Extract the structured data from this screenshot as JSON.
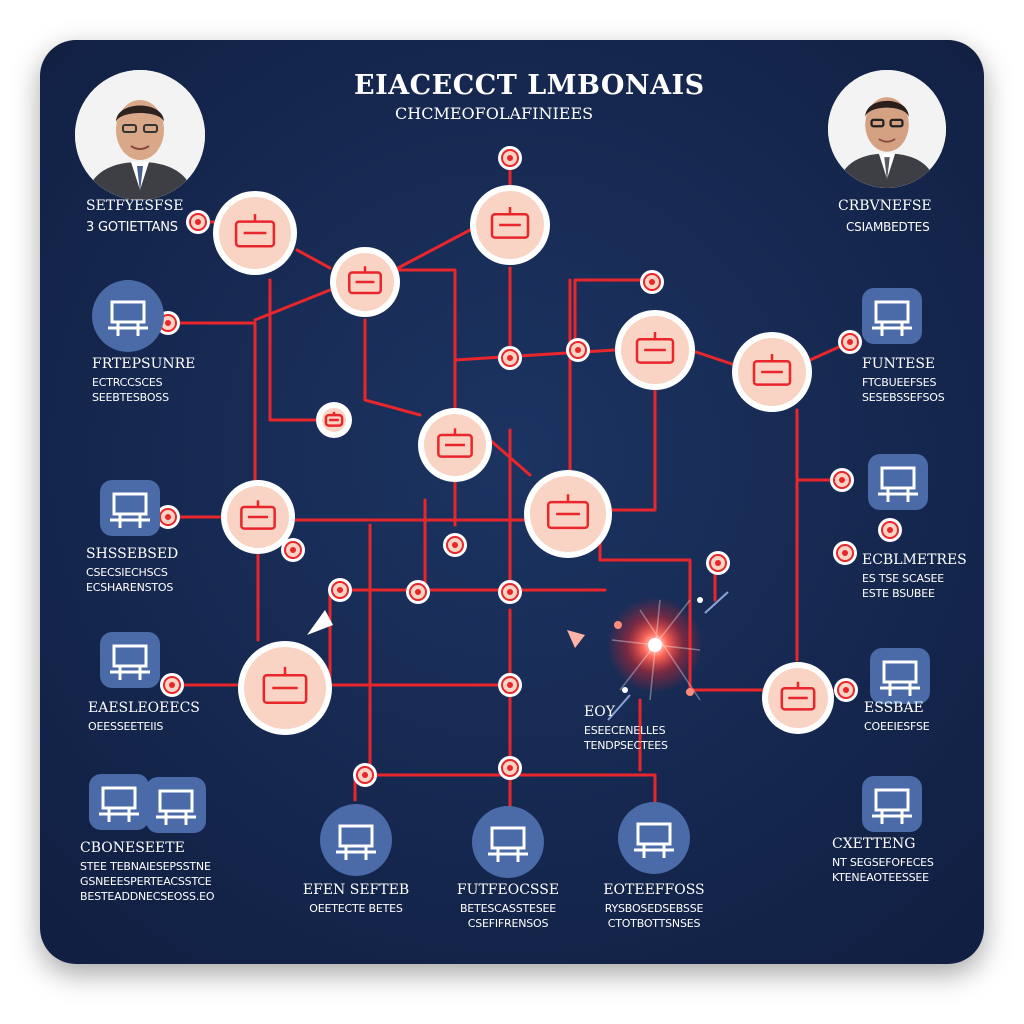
{
  "title": "EIACECCT LMBONAIS",
  "subtitle": "CHCMEOFOLAFINIEES",
  "colors": {
    "background": "#142850",
    "line": "#e8262b",
    "node_fill": "#f9d3c3",
    "node_ring": "#ffffff",
    "badge": "#4a6aa8"
  },
  "people": [
    {
      "id": "left",
      "name": "SETFYESFSE",
      "role": "3 GOTIETTANS"
    },
    {
      "id": "right",
      "name": "CRBVNEFSE",
      "role": "CSIAMBEDTES"
    }
  ],
  "left_labels": [
    {
      "title": "FRTEPSUNRE",
      "lines": [
        "ECTRCCSCES",
        "SEEBTESBOSS"
      ]
    },
    {
      "title": "SHSSEBSED",
      "lines": [
        "CSECSIECHSCS",
        "ECSHARENSTOS"
      ]
    },
    {
      "title": "EAESLEOEECS",
      "lines": [
        "OEESSEETEIIS"
      ]
    },
    {
      "title": "CBONESEETE",
      "lines": [
        "STEE TEBNAIESEPSSTNE",
        "GSNEEESPERTEACSSTCE",
        "BESTEADDNECSEOSS.EO"
      ]
    }
  ],
  "right_labels": [
    {
      "title": "FUNTESE",
      "lines": [
        "FTCBUEEFSES",
        "SESEBSSEFSOS"
      ]
    },
    {
      "title": "ECBLMETRES",
      "lines": [
        "ES TSE SCASEE",
        "ESTE BSUBEE"
      ]
    },
    {
      "title": "ESSBAE",
      "lines": [
        "COEEIESFSE"
      ]
    },
    {
      "title": "CXETTENG",
      "lines": [
        "NT SEGSEFOFECES",
        "KTENEAOTEESSEE"
      ]
    }
  ],
  "center_label": {
    "title": "EOY",
    "lines": [
      "ESEECENELLES",
      "TENDPSECTEES"
    ]
  },
  "bottom_labels": [
    {
      "title": "EFEN SEFTEB",
      "lines": [
        "OEETECTE BETES"
      ]
    },
    {
      "title": "FUTFEOCSSE",
      "lines": [
        "BETESCASSTESEE",
        "CSEFIFRENSOS"
      ]
    },
    {
      "title": "EOTEEFFOSS",
      "lines": [
        "RYSBOSEDSEBSSE",
        "CTOTBOTTSNSES"
      ]
    }
  ],
  "icons": {
    "main_nodes": [
      "clipboard-icon",
      "rocket-icon",
      "archway-icon",
      "document-icon",
      "gavel-icon",
      "drink-icon",
      "briefcase-icon",
      "folder-icon",
      "tag-icon",
      "handshake-icon",
      "chart-icon"
    ],
    "badges": [
      "workstation-icon",
      "calendar-grid-icon",
      "machine-icon",
      "printer-icon",
      "factory-icon",
      "scale-icon",
      "desk-icon",
      "building-icon",
      "toolbox-icon",
      "conveyor-icon",
      "cabinet-icon"
    ]
  }
}
